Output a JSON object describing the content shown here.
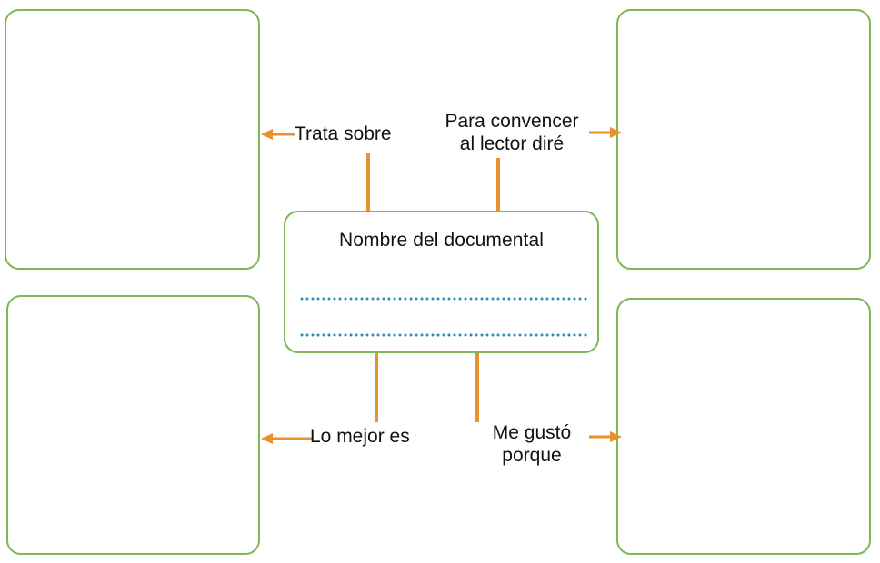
{
  "worksheet": {
    "center": {
      "title": "Nombre del documental",
      "writing_lines": [
        "",
        ""
      ],
      "line_count": 2
    },
    "prompts": [
      {
        "id": "trata-sobre",
        "text": "Trata sobre",
        "position": "top-left",
        "arrow": "arrow-left-icon",
        "target_box": "box-top-left"
      },
      {
        "id": "para-convencer",
        "text": "Para convencer\nal lector diré",
        "position": "top-right",
        "arrow": "arrow-right-icon",
        "target_box": "box-top-right"
      },
      {
        "id": "lo-mejor-es",
        "text": "Lo mejor es",
        "position": "bottom-left",
        "arrow": "arrow-left-icon",
        "target_box": "box-bottom-left"
      },
      {
        "id": "me-gusto-porque",
        "text": "Me gustó\nporque",
        "position": "bottom-right",
        "arrow": "arrow-right-icon",
        "target_box": "box-bottom-right"
      }
    ],
    "answer_boxes": [
      {
        "id": "box-top-left",
        "value": ""
      },
      {
        "id": "box-top-right",
        "value": ""
      },
      {
        "id": "box-bottom-left",
        "value": ""
      },
      {
        "id": "box-bottom-right",
        "value": ""
      }
    ],
    "colors": {
      "box_border": "#7db758",
      "connector": "#e8922e",
      "writing_line": "#2e8fbf",
      "text": "#111111",
      "background": "#ffffff"
    }
  }
}
